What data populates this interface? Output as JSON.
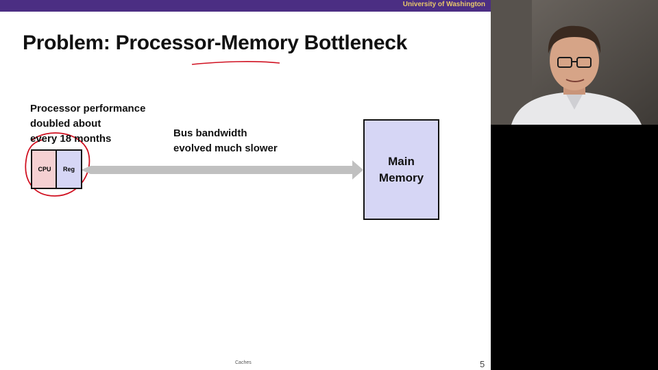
{
  "header": {
    "org_name": "University of Washington"
  },
  "slide": {
    "title": "Problem: Processor-Memory Bottleneck",
    "processor_note": [
      "Processor performance",
      "doubled about",
      "every 18 months"
    ],
    "bus_note": [
      "Bus bandwidth",
      "evolved much slower"
    ],
    "cpu_label": "CPU",
    "reg_label": "Reg",
    "memory_label": [
      "Main",
      "Memory"
    ],
    "footer": "Caches",
    "page_number": "5"
  },
  "colors": {
    "header_bar": "#4b2e83",
    "header_text": "#e8c86a",
    "cpu_fill": "#f5d0d2",
    "reg_fill": "#d6d6f5",
    "memory_fill": "#d6d6f5",
    "bus_arrow": "#c0c0c0",
    "annotation_ink": "#d01020"
  },
  "webcam": {
    "content": "presenter-video"
  }
}
